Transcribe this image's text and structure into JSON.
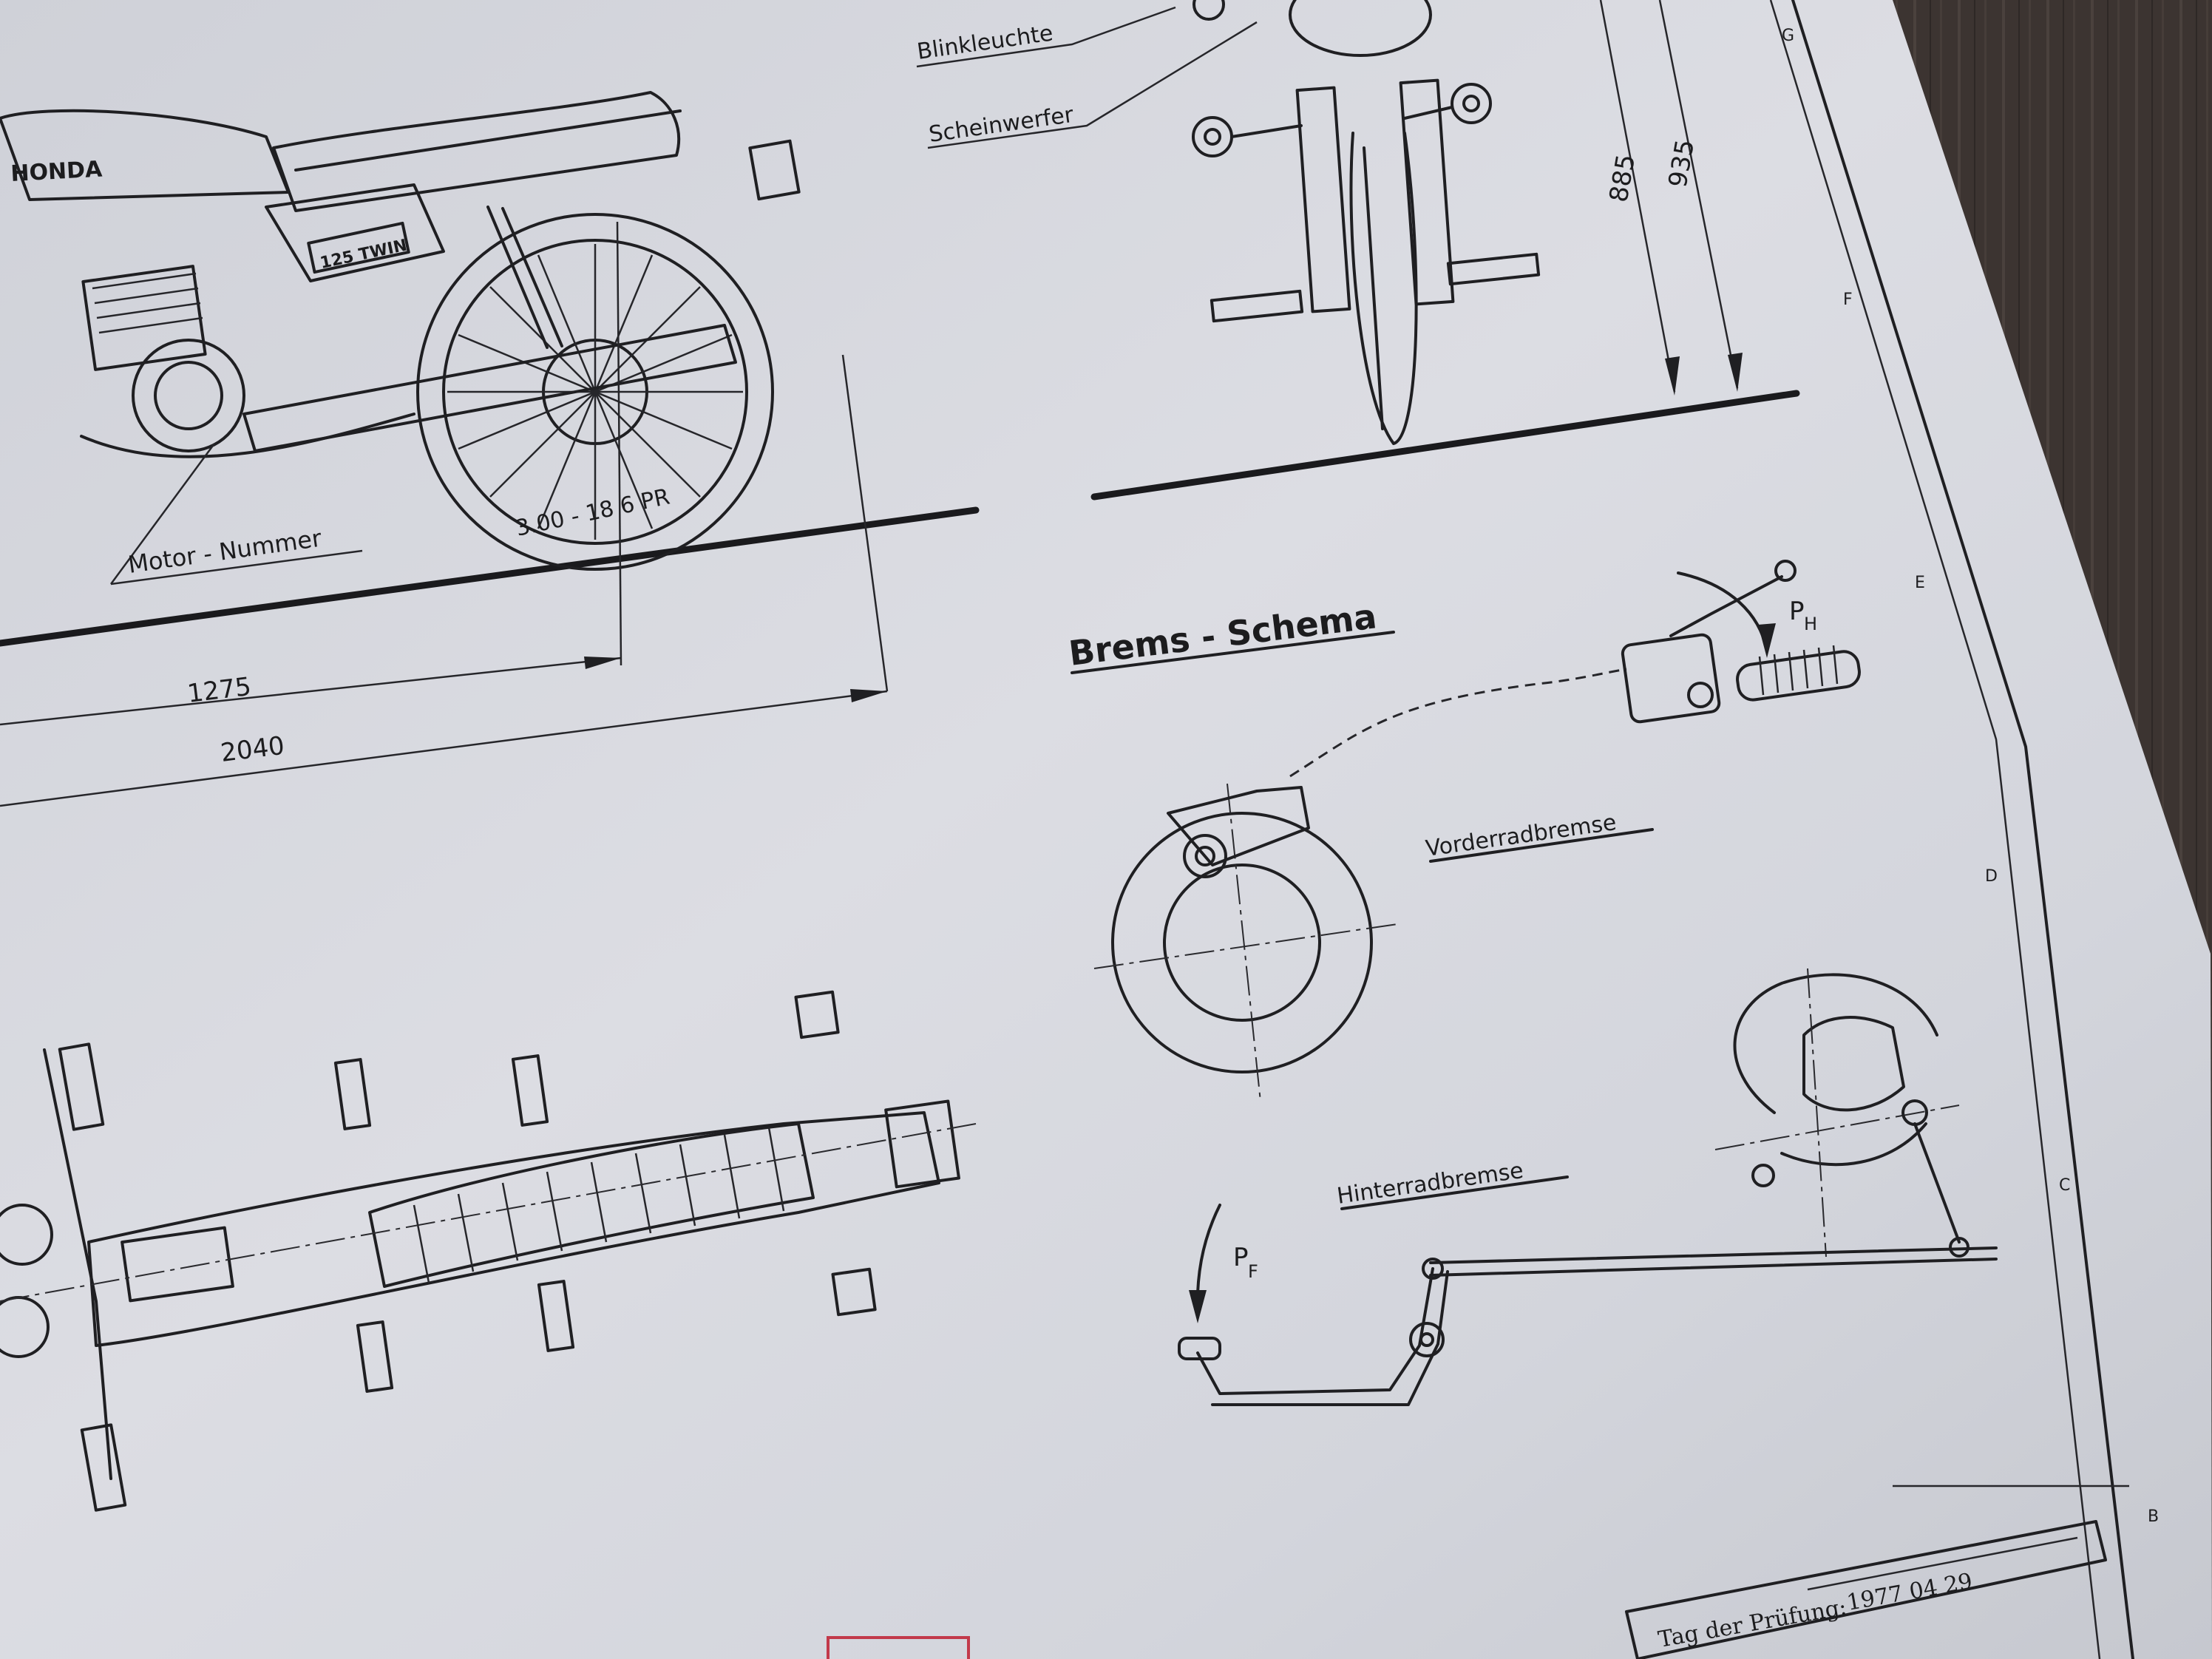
{
  "sheet": {
    "grid_letters": [
      "G",
      "F",
      "E",
      "D",
      "C",
      "B"
    ]
  },
  "side_view": {
    "brand_text": "HONDA",
    "model_badge": "125 TWIN",
    "tire_size": "3.00 - 18  6 PR",
    "motor_label": "Motor - Nummer",
    "dim_wheelbase": "1275",
    "dim_length": "2040"
  },
  "front_view": {
    "indicator_label": "Blinkleuchte",
    "headlight_label": "Scheinwerfer",
    "dim_height_1": "885",
    "dim_height_2": "935"
  },
  "brake_schema": {
    "title": "Brems - Schema",
    "front_brake_label": "Vorderradbremse",
    "rear_brake_label": "Hinterradbremse",
    "hand_force_p": "P",
    "hand_force_sub": "H",
    "foot_force_p": "P",
    "foot_force_sub": "F"
  },
  "title_block": {
    "test_date_label": "Tag der Prüfung:",
    "test_date_value": "1977 04 29"
  }
}
